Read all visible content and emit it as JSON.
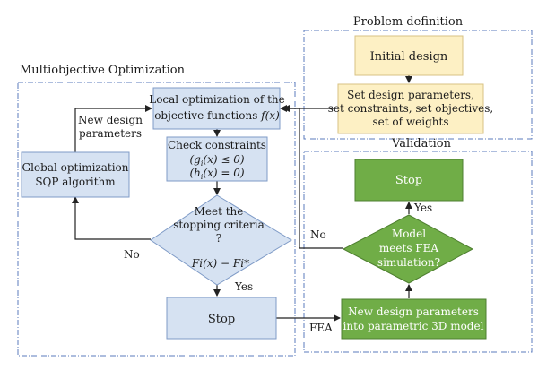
{
  "sections": {
    "problem": "Problem definition",
    "optimization": "Multiobjective Optimization",
    "validation": "Validation"
  },
  "boxes": {
    "initial": "Initial design",
    "set_params": [
      "Set design parameters,",
      "set constraints, set objectives,",
      "set of weights"
    ],
    "local_opt_line1": "Local optimization of the",
    "local_opt_line2": "objective functions",
    "local_opt_fx": "f(x)",
    "check_title": "Check constraints",
    "check_g": "(g",
    "check_g_sub": "i",
    "check_g_rest": "(x) ≤ 0)",
    "check_h": "(h",
    "check_h_sub": "i",
    "check_h_rest": "(x) = 0)",
    "global_opt": [
      "Global optimization",
      "SQP algorithm"
    ],
    "stop_left": "Stop",
    "stop_right": "Stop",
    "new_model": [
      "New design parameters",
      "into parametric 3D model"
    ]
  },
  "diamonds": {
    "criteria": [
      "Meet the",
      "stopping criteria",
      "?"
    ],
    "criteria_formula": "Fi(x) − Fi*",
    "model": [
      "Model",
      "meets FEA",
      "simulation?"
    ]
  },
  "labels": {
    "new_design": [
      "New design",
      "parameters"
    ],
    "no_left": "No",
    "yes_left": "Yes",
    "no_right": "No",
    "yes_right": "Yes",
    "fea": "FEA"
  },
  "colors": {
    "blue_fill": "#d6e2f2",
    "blue_stroke": "#7f9bc7",
    "yellow_fill": "#fdf0c4",
    "yellow_stroke": "#d8c283",
    "green_fill": "#70ad47",
    "green_stroke": "#4e7f30",
    "dash": "#5b7bbd",
    "arrow": "#222222"
  }
}
